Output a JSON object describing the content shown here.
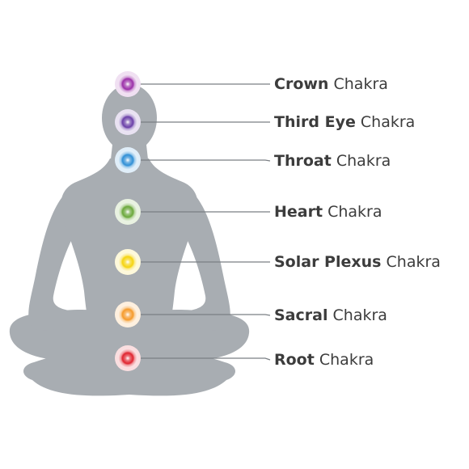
{
  "figure": {
    "body_color": "#a8adb2"
  },
  "chakras": [
    {
      "name": "Crown",
      "suffix": "Chakra",
      "color": "#9b2fa8"
    },
    {
      "name": "Third Eye",
      "suffix": "Chakra",
      "color": "#6a3fa8"
    },
    {
      "name": "Throat",
      "suffix": "Chakra",
      "color": "#2f8fd6"
    },
    {
      "name": "Heart",
      "suffix": "Chakra",
      "color": "#6aa83a"
    },
    {
      "name": "Solar Plexus",
      "suffix": "Chakra",
      "color": "#f5d40f"
    },
    {
      "name": "Sacral",
      "suffix": "Chakra",
      "color": "#f59a2a"
    },
    {
      "name": "Root",
      "suffix": "Chakra",
      "color": "#e0242f"
    }
  ]
}
